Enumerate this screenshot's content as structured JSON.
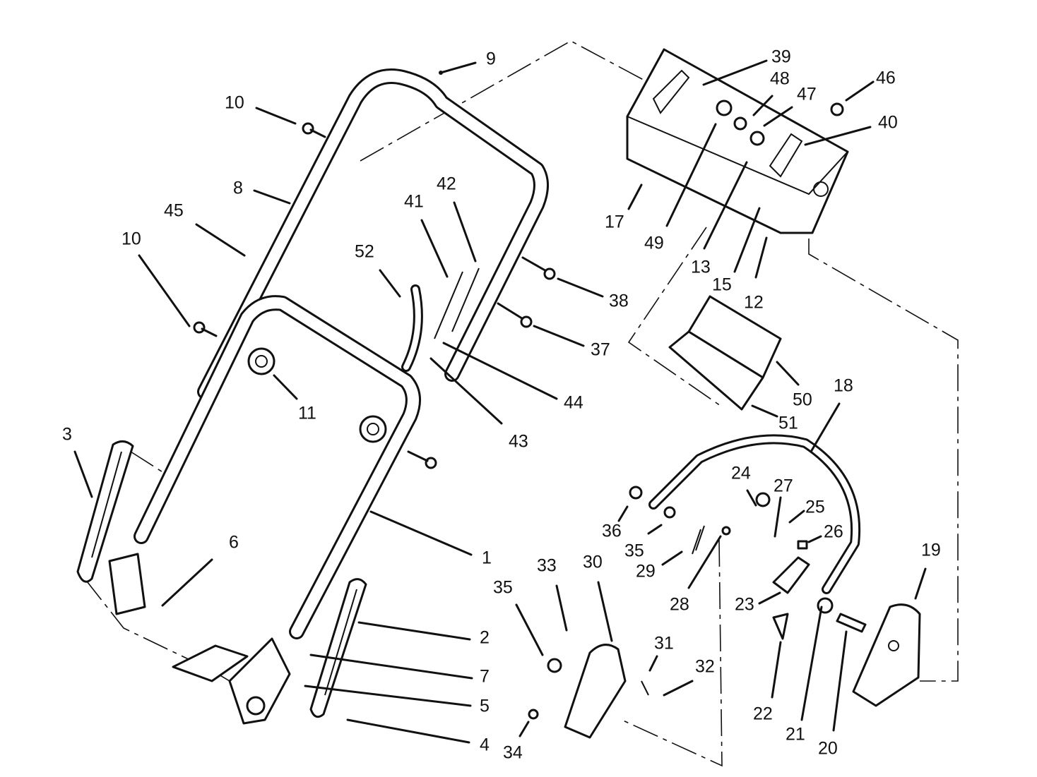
{
  "diagram": {
    "callouts": [
      "1",
      "2",
      "3",
      "4",
      "5",
      "6",
      "7",
      "8",
      "9",
      "10",
      "10",
      "11",
      "12",
      "13",
      "15",
      "17",
      "18",
      "19",
      "20",
      "21",
      "22",
      "23",
      "24",
      "25",
      "26",
      "27",
      "28",
      "29",
      "30",
      "31",
      "32",
      "33",
      "34",
      "35",
      "35",
      "36",
      "37",
      "38",
      "39",
      "40",
      "41",
      "42",
      "43",
      "44",
      "45",
      "46",
      "47",
      "48",
      "49",
      "50",
      "51",
      "52"
    ]
  }
}
